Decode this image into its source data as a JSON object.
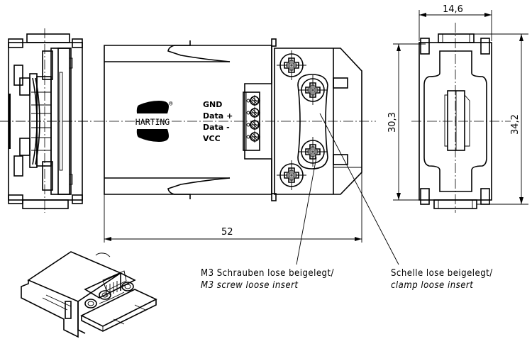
{
  "drawing": {
    "brand_logo_text": "HARTING",
    "registered_mark": "®",
    "pin_labels": [
      "GND",
      "Data +",
      "Data -",
      "VCC"
    ],
    "dimensions": {
      "length": "52",
      "width_end_view": "14,6",
      "inner_height": "30,3",
      "outer_height": "34,2"
    },
    "notes": {
      "screws_de": "M3 Schrauben lose beigelegt/",
      "screws_en": "M3 screw loose insert",
      "clamp_de": "Schelle lose beigelegt/",
      "clamp_en": "clamp loose insert"
    }
  }
}
